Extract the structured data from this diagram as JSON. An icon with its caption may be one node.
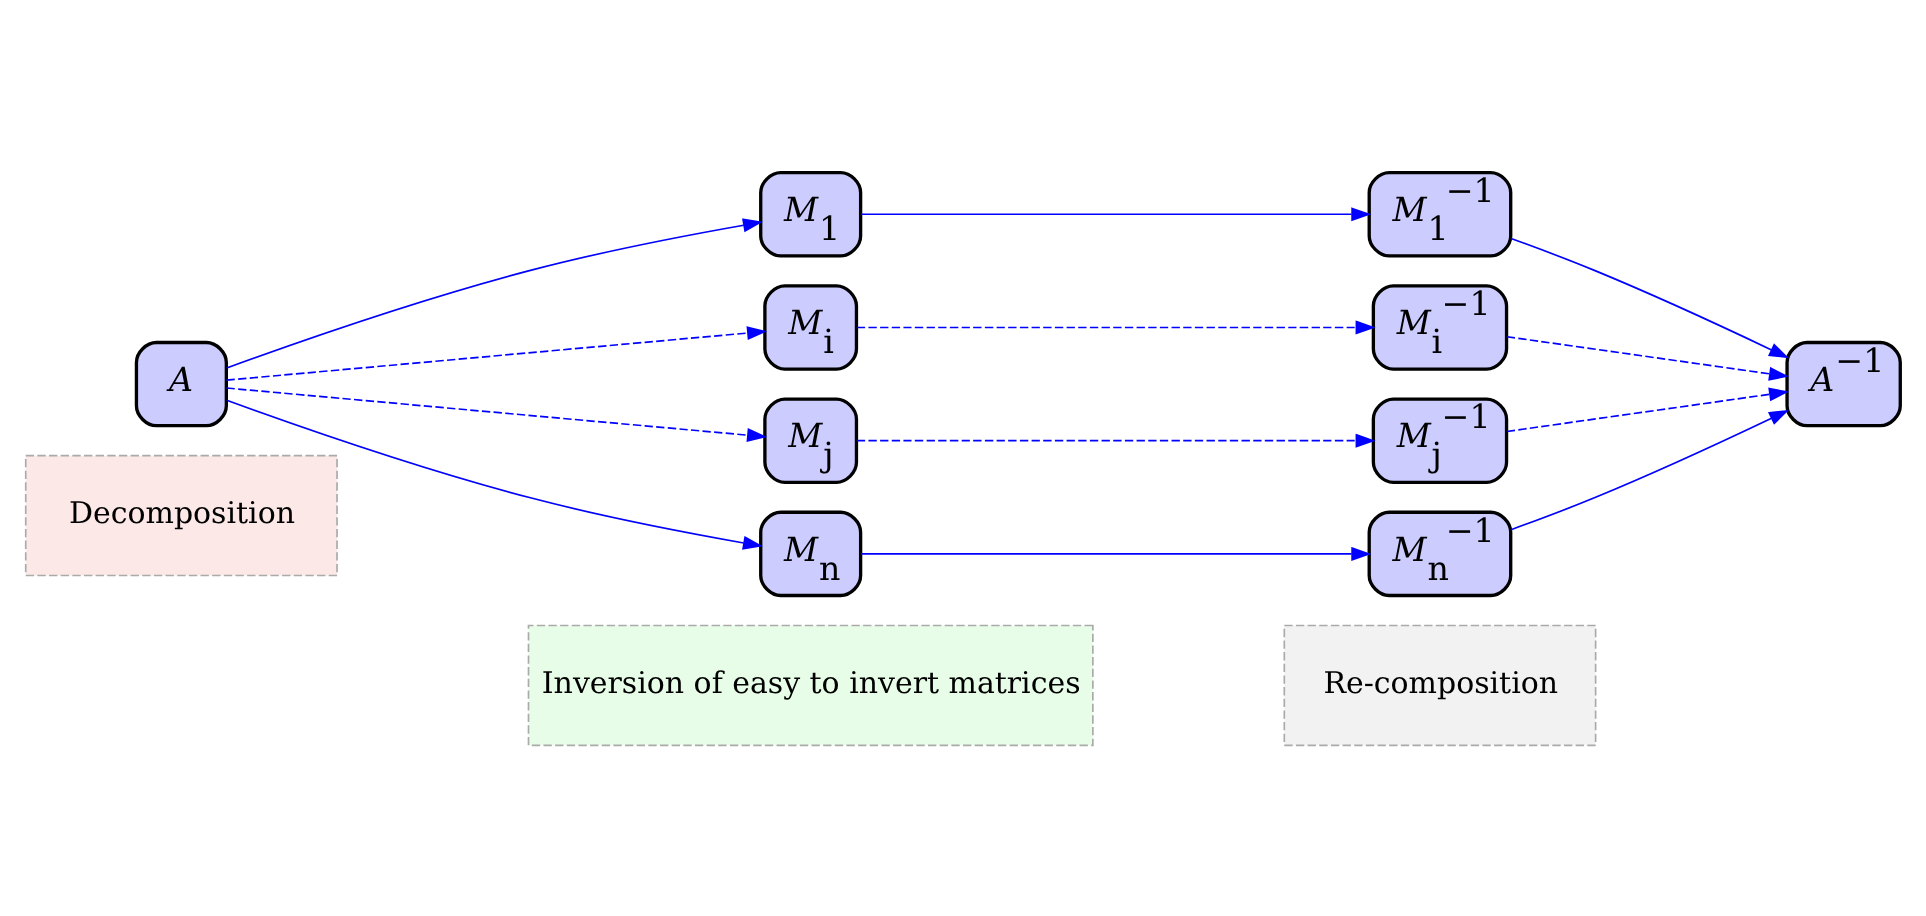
{
  "diagram": {
    "nodes": [
      {
        "text": [
          "Decomposition"
        ]
      },
      {
        "text": [
          "Inversion of easy to invert matrices"
        ]
      },
      {
        "text": [
          "Re-composition"
        ]
      },
      {
        "text": [
          "*A*"
        ]
      },
      {
        "text": [
          "*M*$_{1}$"
        ]
      },
      {
        "text": [
          "*M*$_{i}$"
        ]
      },
      {
        "text": [
          "*M*$_{j}$"
        ]
      },
      {
        "text": [
          "*M*$_{n}$"
        ]
      },
      {
        "text": [
          "*M*$_{1}$$^{−1}$"
        ]
      },
      {
        "text": [
          "*M*$_{i}$$^{−1}$"
        ]
      },
      {
        "text": [
          "*M*$_{j}$$^{−1}$"
        ]
      },
      {
        "text": [
          "*M*$_{n}$$^{−1}$"
        ]
      },
      {
        "text": [
          "*A*$^{−1}$"
        ]
      }
    ],
    "edges": [
      {
        "from": 3,
        "to": 4,
        "arrow": "to"
      },
      {
        "from": 3,
        "to": 5,
        "arrow": "to",
        "style": "dashed"
      },
      {
        "from": 3,
        "to": 6,
        "arrow": "to",
        "style": "dashed"
      },
      {
        "from": 3,
        "to": 7,
        "arrow": "to"
      },
      {
        "from": 4,
        "to": 8,
        "arrow": "to"
      },
      {
        "from": 5,
        "to": 9,
        "arrow": "to",
        "style": "dashed"
      },
      {
        "from": 6,
        "to": 10,
        "arrow": "to",
        "style": "dashed"
      },
      {
        "from": 7,
        "to": 11,
        "arrow": "to"
      },
      {
        "from": 8,
        "to": 12,
        "arrow": "to"
      },
      {
        "from": 9,
        "to": 12,
        "arrow": "to",
        "style": "dashed"
      },
      {
        "from": 10,
        "to": 12,
        "arrow": "to",
        "style": "dashed"
      },
      {
        "from": 11,
        "to": 12,
        "arrow": "to"
      }
    ]
  }
}
